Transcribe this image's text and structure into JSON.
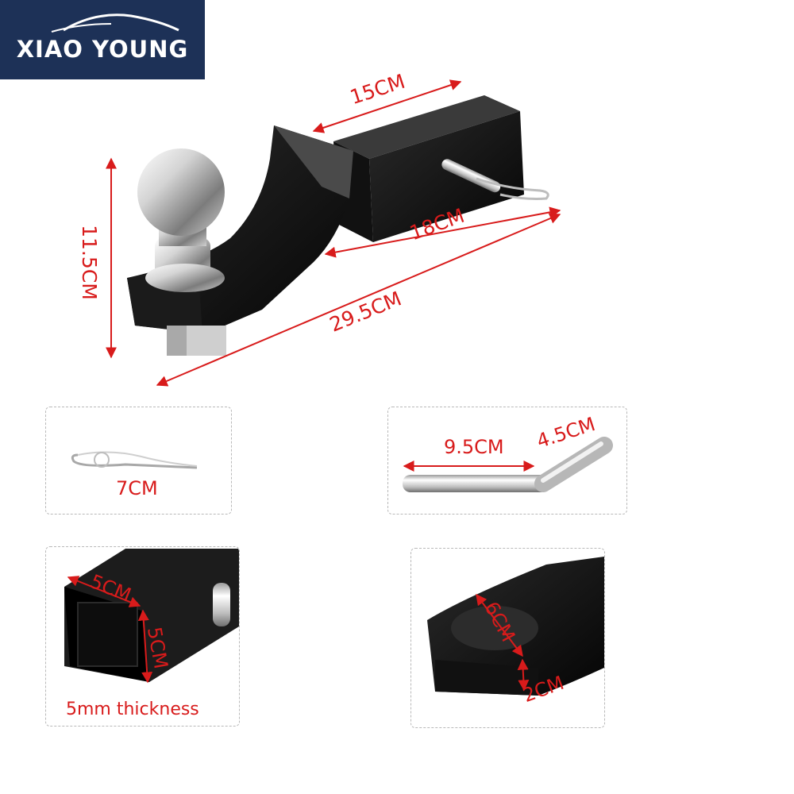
{
  "brand": {
    "name": "XIAO YOUNG",
    "bg_color": "#1d3157"
  },
  "accent_color": "#d81b1b",
  "main_product": {
    "label_length_top": "15CM",
    "label_length_mid": "18CM",
    "label_length_total": "29.5CM",
    "label_height": "11.5CM"
  },
  "panels": {
    "clip": {
      "label": "7CM"
    },
    "pin": {
      "label_straight": "9.5CM",
      "label_bent": "4.5CM"
    },
    "receiver": {
      "label_width": "5CM",
      "label_height": "5CM",
      "caption": "5mm thickness"
    },
    "drop": {
      "label_width": "6CM",
      "label_thickness": "2CM"
    }
  }
}
